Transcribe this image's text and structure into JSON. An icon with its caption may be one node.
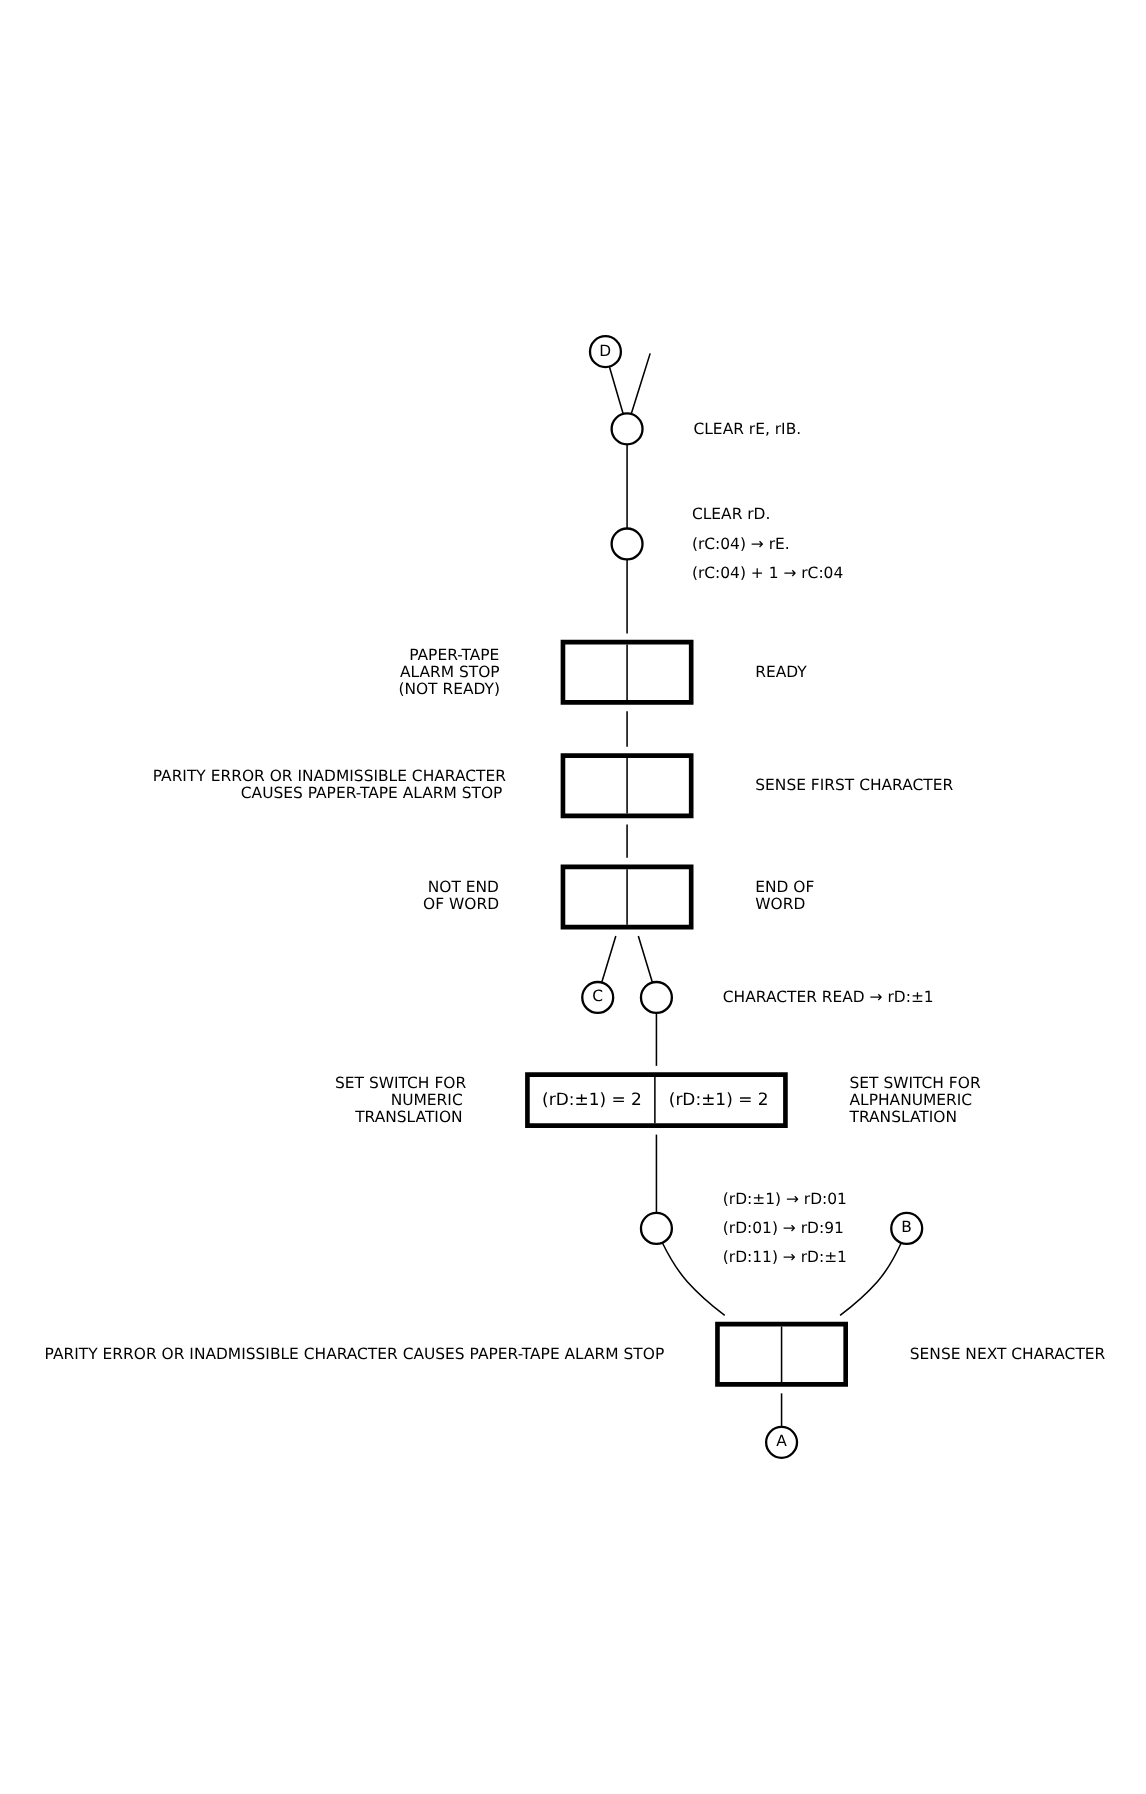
{
  "diagram": {
    "nodes": [
      {
        "text": [
          "D"
        ]
      },
      {
        "text": [],
        "shape": "circle",
        "beside": [
          "CLEAR rE, rIB."
        ]
      },
      {
        "text": [],
        "shape": "circle",
        "beside": [
          "CLEAR rD.",
          "(rC:04) → rE.",
          "(rC:04) + 1 → rC:04"
        ]
      },
      {
        "text": [],
        "shape": "box",
        "beside": [
          "PAPER-TAPE ALARM STOP (NOT READY)",
          "READY"
        ]
      },
      {
        "text": [],
        "shape": "box",
        "beside": [
          "PARITY ERROR OR INADMISSIBLE CHARACTER CAUSES PAPER-TAPE ALARM STOP",
          "SENSE FIRST CHARACTER"
        ]
      },
      {
        "text": [],
        "shape": "box",
        "beside": [
          "NOT END OF WORD",
          "END OF WORD"
        ]
      },
      {
        "text": [
          "C"
        ]
      },
      {
        "text": [],
        "shape": "circle",
        "beside": [
          "CHARACTER READ → rD:±1"
        ]
      },
      {
        "text": [
          "(rD:±1) = 2",
          "(rD:±1) = 2"
        ],
        "beside": [
          "SET SWITCH FOR NUMERIC TRANSLATION",
          "SET SWITCH FOR ALPHANUMERIC TRANSLATION"
        ]
      },
      {
        "text": [],
        "shape": "circle",
        "beside": [
          "(rD:±1) → rD:01",
          "(rD:01) → rD:91",
          "(rD:11) → rD:±1"
        ]
      },
      {
        "text": [
          "B"
        ]
      },
      {
        "text": [],
        "shape": "box",
        "beside": [
          "PARITY ERROR OR INADMISSIBLE CHARACTER CAUSES PAPER-TAPE ALARM STOP",
          "SENSE NEXT CHARACTER"
        ]
      },
      {
        "text": [
          "A"
        ]
      }
    ],
    "edges": [
      {
        "from": null,
        "to": 1,
        "arrow": "none"
      },
      {
        "from": 0,
        "to": 1,
        "arrow": "none"
      },
      {
        "from": 1,
        "to": 2,
        "arrow": "none"
      },
      {
        "from": 2,
        "to": 3,
        "arrow": "none"
      },
      {
        "from": 3,
        "to": 4,
        "arrow": "none"
      },
      {
        "from": 4,
        "to": 5,
        "arrow": "none"
      },
      {
        "from": 5,
        "to": 7,
        "arrow": "none"
      },
      {
        "from": 5,
        "to": 6,
        "arrow": "none"
      },
      {
        "from": 7,
        "to": 8,
        "arrow": "none"
      },
      {
        "from": 8,
        "to": 9,
        "arrow": "none"
      },
      {
        "from": 9,
        "to": 11,
        "arrow": "none"
      },
      {
        "from": 10,
        "to": 11,
        "arrow": "none"
      },
      {
        "from": 11,
        "to": 12,
        "arrow": "none"
      }
    ]
  }
}
